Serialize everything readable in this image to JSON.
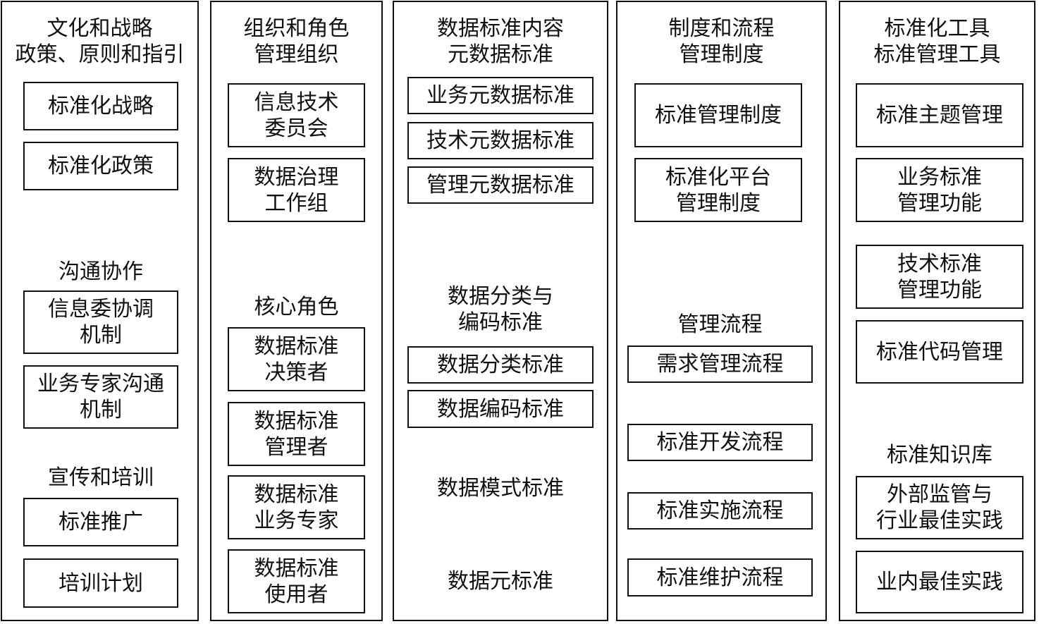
{
  "columns": [
    {
      "id": "culture",
      "header": [
        "文化和战略",
        "政策、原则和指引"
      ],
      "sections": [
        {
          "heading": [],
          "boxes": [
            [
              "标准化战略"
            ],
            [
              "标准化政策"
            ]
          ]
        },
        {
          "heading": [
            "沟通协作"
          ],
          "boxes": [
            [
              "信息委协调",
              "机制"
            ],
            [
              "业务专家沟通",
              "机制"
            ]
          ]
        },
        {
          "heading": [
            "宣传和培训"
          ],
          "boxes": [
            [
              "标准推广"
            ],
            [
              "培训计划"
            ]
          ]
        }
      ]
    },
    {
      "id": "org",
      "header": [
        "组织和角色",
        "管理组织"
      ],
      "sections": [
        {
          "heading": [],
          "boxes": [
            [
              "信息技术",
              "委员会"
            ],
            [
              "数据治理",
              "工作组"
            ]
          ]
        },
        {
          "heading": [
            "核心角色"
          ],
          "boxes": [
            [
              "数据标准",
              "决策者"
            ],
            [
              "数据标准",
              "管理者"
            ],
            [
              "数据标准",
              "业务专家"
            ],
            [
              "数据标准",
              "使用者"
            ]
          ]
        }
      ]
    },
    {
      "id": "content",
      "header": [
        "数据标准内容",
        "元数据标准"
      ],
      "sections": [
        {
          "heading": [],
          "boxes": [
            [
              "业务元数据标准"
            ],
            [
              "技术元数据标准"
            ],
            [
              "管理元数据标准"
            ]
          ]
        },
        {
          "heading": [
            "数据分类与",
            "编码标准"
          ],
          "boxes": [
            [
              "数据分类标准"
            ],
            [
              "数据编码标准"
            ]
          ]
        },
        {
          "heading": [
            "数据模式标准"
          ],
          "boxes": []
        },
        {
          "heading": [
            "数据元标准"
          ],
          "boxes": []
        }
      ]
    },
    {
      "id": "process",
      "header": [
        "制度和流程",
        "管理制度"
      ],
      "sections": [
        {
          "heading": [],
          "boxes": [
            [
              "标准管理制度"
            ],
            [
              "标准化平台",
              "管理制度"
            ]
          ]
        },
        {
          "heading": [
            "管理流程"
          ],
          "boxes": [
            [
              "需求管理流程"
            ],
            [
              "标准开发流程"
            ],
            [
              "标准实施流程"
            ],
            [
              "标准维护流程"
            ]
          ]
        }
      ]
    },
    {
      "id": "tools",
      "header": [
        "标准化工具",
        "标准管理工具"
      ],
      "sections": [
        {
          "heading": [],
          "boxes": [
            [
              "标准主题管理"
            ],
            [
              "业务标准",
              "管理功能"
            ],
            [
              "技术标准",
              "管理功能"
            ],
            [
              "标准代码管理"
            ]
          ]
        },
        {
          "heading": [
            "标准知识库"
          ],
          "boxes": [
            [
              "外部监管与",
              "行业最佳实践"
            ],
            [
              "业内最佳实践"
            ]
          ]
        }
      ]
    }
  ]
}
